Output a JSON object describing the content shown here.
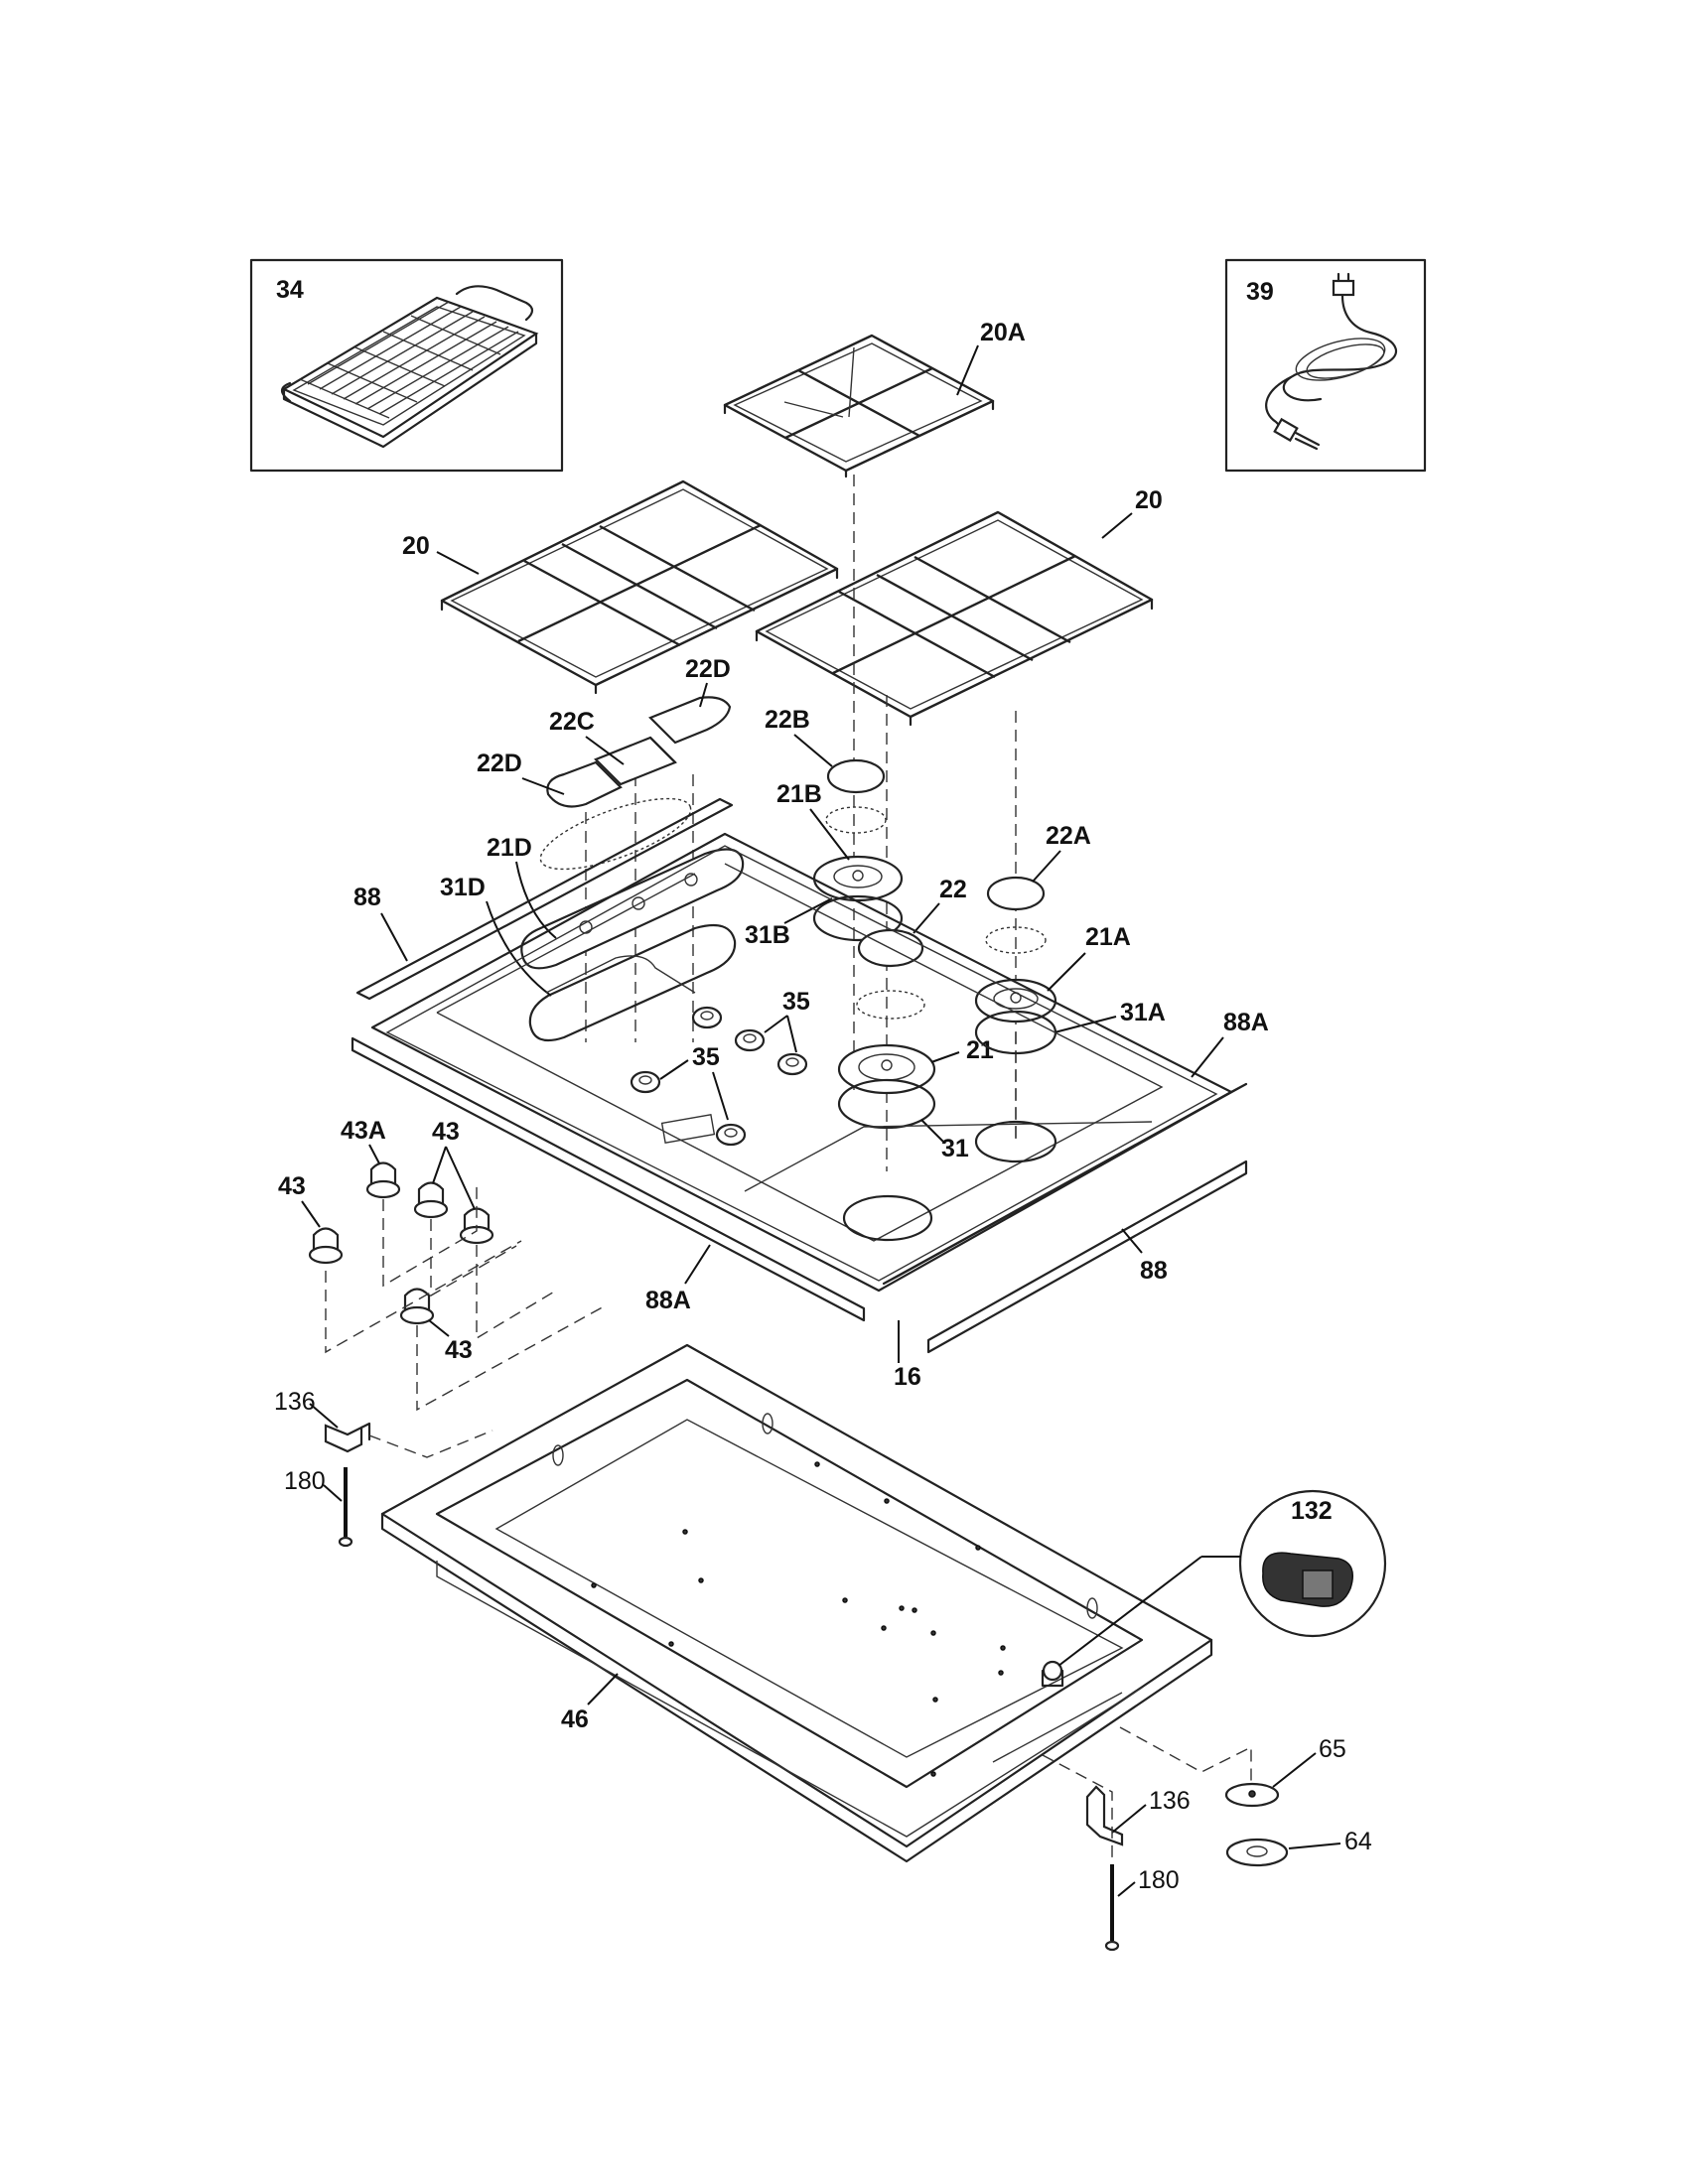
{
  "diagram": {
    "labels": {
      "l34": "34",
      "l39": "39",
      "l20a": "20A",
      "l20_left": "20",
      "l20_right": "20",
      "l22d_top": "22D",
      "l22c": "22C",
      "l22d_left": "22D",
      "l22b": "22B",
      "l21b": "21B",
      "l22a": "22A",
      "l21d": "21D",
      "l31d": "31D",
      "l88_left": "88",
      "l22": "22",
      "l21a": "21A",
      "l31b": "31B",
      "l35_top": "35",
      "l31a": "31A",
      "l88a_right": "88A",
      "l35_mid": "35",
      "l21": "21",
      "l43a": "43A",
      "l43_pair": "43",
      "l31": "31",
      "l43_left": "43",
      "l88_bottom": "88",
      "l88a_bottom": "88A",
      "l43_bottom": "43",
      "l16": "16",
      "l136_left": "136",
      "l180_left": "180",
      "l132": "132",
      "l46": "46",
      "l65": "65",
      "l136_right": "136",
      "l64": "64",
      "l180_right": "180"
    }
  }
}
